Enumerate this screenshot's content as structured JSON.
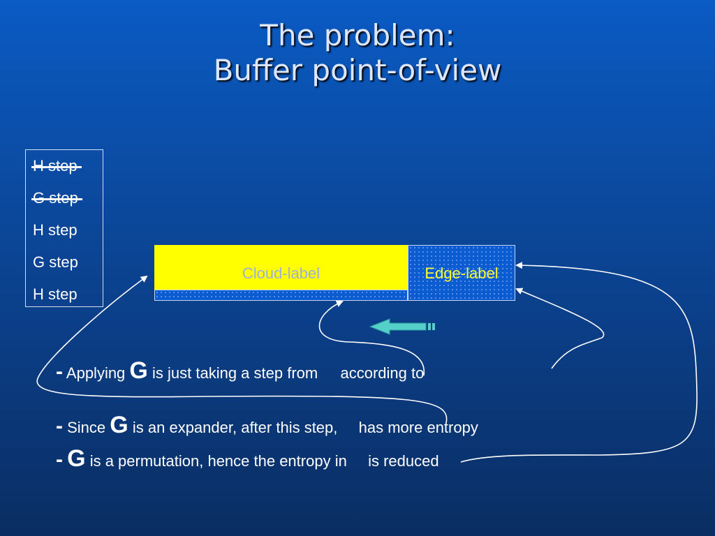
{
  "title": {
    "line1": "The problem:",
    "line2": "Buffer point-of-view"
  },
  "steps": [
    {
      "label": "H step",
      "struck": true
    },
    {
      "label": "G step",
      "struck": true
    },
    {
      "label": "H step",
      "struck": false
    },
    {
      "label": "G step",
      "struck": false
    },
    {
      "label": "H step",
      "struck": false
    }
  ],
  "buffer": {
    "cloud_label": "Cloud-label",
    "edge_label": "Edge-label"
  },
  "bullets": {
    "dash": "-",
    "g": "G",
    "line1_a": "Applying",
    "line1_b": "is just taking a step from",
    "line1_c": "according to",
    "line2_a": "Since",
    "line2_b": "is an expander, after this step,",
    "line2_c": "has more entropy",
    "line3_a": "is a permutation, hence the entropy in",
    "line3_b": "is reduced"
  },
  "colors": {
    "background_top": "#0a5bc4",
    "background_bottom": "#0a2e63",
    "cloud_fill": "#ffff00",
    "edge_label_text": "#ffff33",
    "cloud_label_text": "#9fb0d8",
    "arrow_fill": "#55d0c8"
  },
  "icons": {
    "direction_arrow": "left-arrow-icon"
  }
}
